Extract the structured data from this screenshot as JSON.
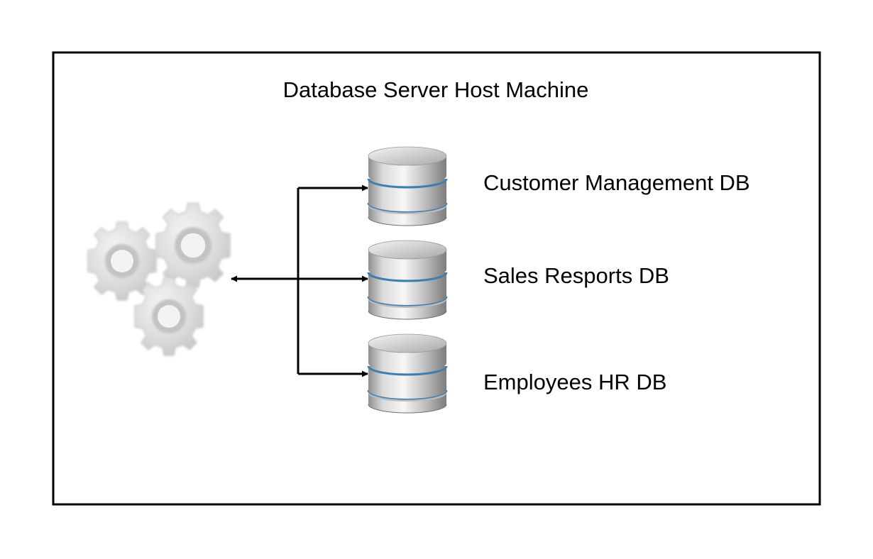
{
  "diagram": {
    "host_title": "Database Server Host Machine",
    "process_icon": "gears-icon",
    "databases": [
      {
        "label": "Customer Management DB",
        "icon": "database-icon"
      },
      {
        "label": "Sales Resports DB",
        "icon": "database-icon"
      },
      {
        "label": "Employees HR DB",
        "icon": "database-icon"
      }
    ],
    "colors": {
      "frame": "#000000",
      "connector": "#000000",
      "db_band": "#3f7fb0",
      "gear": "#d6d6d6"
    }
  }
}
